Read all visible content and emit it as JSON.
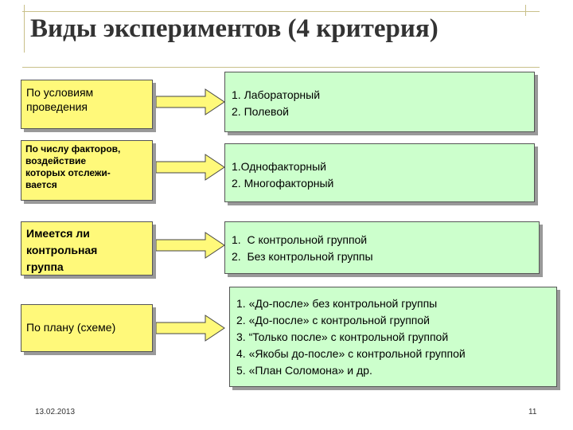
{
  "title": "Виды экспериментов (4 критерия)",
  "criteria": [
    {
      "label_lines": [
        "По условиям",
        "проведения"
      ],
      "items": [
        "1. Лабораторный",
        "2. Полевой"
      ]
    },
    {
      "label_lines": [
        "По числу факторов,",
        "воздействие",
        "которых отслежи-",
        "вается"
      ],
      "items": [
        "1.Однофакторный",
        "2. Многофакторный"
      ]
    },
    {
      "label_lines": [
        "Имеется ли",
        "контрольная",
        "группа"
      ],
      "items": [
        "1.  С контрольной группой",
        "2.  Без контрольной группы"
      ]
    },
    {
      "label_lines": [
        "По плану (схеме)"
      ],
      "items": [
        "1. «До-после» без контрольной группы",
        "2. «До-после» с контрольной группой",
        "3. “Только после» с контрольной группой",
        "4. «Якобы до-после» с контрольной группой",
        "5. «План Соломона» и др."
      ]
    }
  ],
  "footer": {
    "date": "13.02.2013",
    "page": "11"
  },
  "colors": {
    "criterion_fill": "#fff97a",
    "result_fill": "#ccffcc",
    "arrow_fill": "#fff97a"
  }
}
